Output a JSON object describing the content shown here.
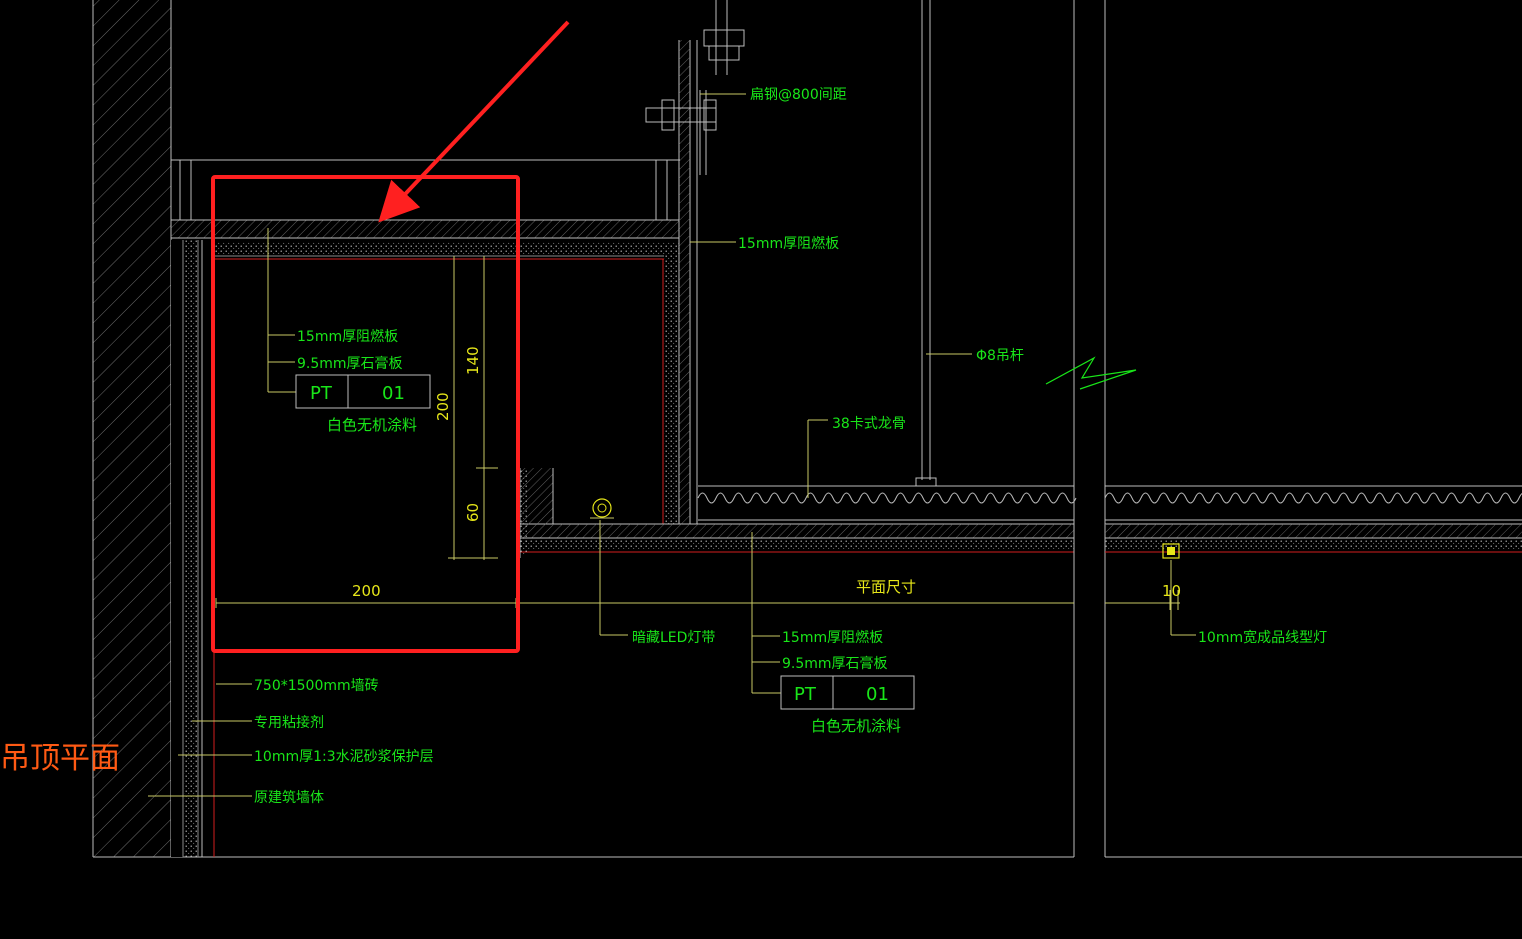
{
  "drawing": {
    "title_fragment": "吊顶平面",
    "labels": {
      "bolt_spacing": "扁钢@800间距",
      "board_15_right": "15mm厚阻燃板",
      "hanger_rod": "Φ8吊杆",
      "keel": "38卡式龙骨",
      "led_strip": "暗藏LED灯带",
      "linear_light": "10mm宽成品线型灯",
      "wall_tile": "750*1500mm墙砖",
      "adhesive": "专用粘接剂",
      "mortar_layer": "10mm厚1:3水泥砂浆保护层",
      "original_wall": "原建筑墙体",
      "plan_dim": "平面尺寸"
    },
    "callout_left": {
      "line1": "15mm厚阻燃板",
      "line2": "9.5mm厚石膏板",
      "tag_code": "PT",
      "tag_num": "01",
      "finish": "白色无机涂料"
    },
    "callout_right": {
      "line1": "15mm厚阻燃板",
      "line2": "9.5mm厚石膏板",
      "tag_code": "PT",
      "tag_num": "01",
      "finish": "白色无机涂料"
    },
    "dimensions": {
      "d140": "140",
      "d60": "60",
      "d200_vertical": "200",
      "d200_horizontal": "200",
      "d10": "10"
    },
    "colors": {
      "annotation": "#19e619",
      "dimension": "#e6e619",
      "highlight": "#ff2020",
      "title": "#ff5a14",
      "finish_line": "#d21e1e"
    }
  }
}
